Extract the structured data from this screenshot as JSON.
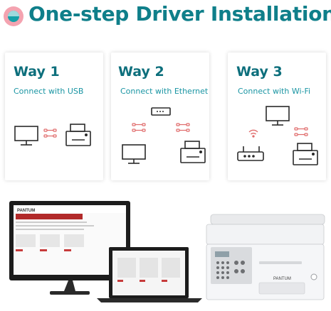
{
  "headline": "One-step Driver Installation",
  "colors": {
    "teal": "#0f7f8a",
    "pink": "#e06b6b",
    "dark": "#2a2a2a"
  },
  "ways": [
    {
      "title": "Way 1",
      "subtitle": "Connect with USB"
    },
    {
      "title": "Way 2",
      "subtitle": "Connect with Ethernet"
    },
    {
      "title": "Way 3",
      "subtitle": "Connect with Wi-Fi"
    }
  ],
  "printer_brand": "PANTUM",
  "monitor_brand": "PANTUM"
}
